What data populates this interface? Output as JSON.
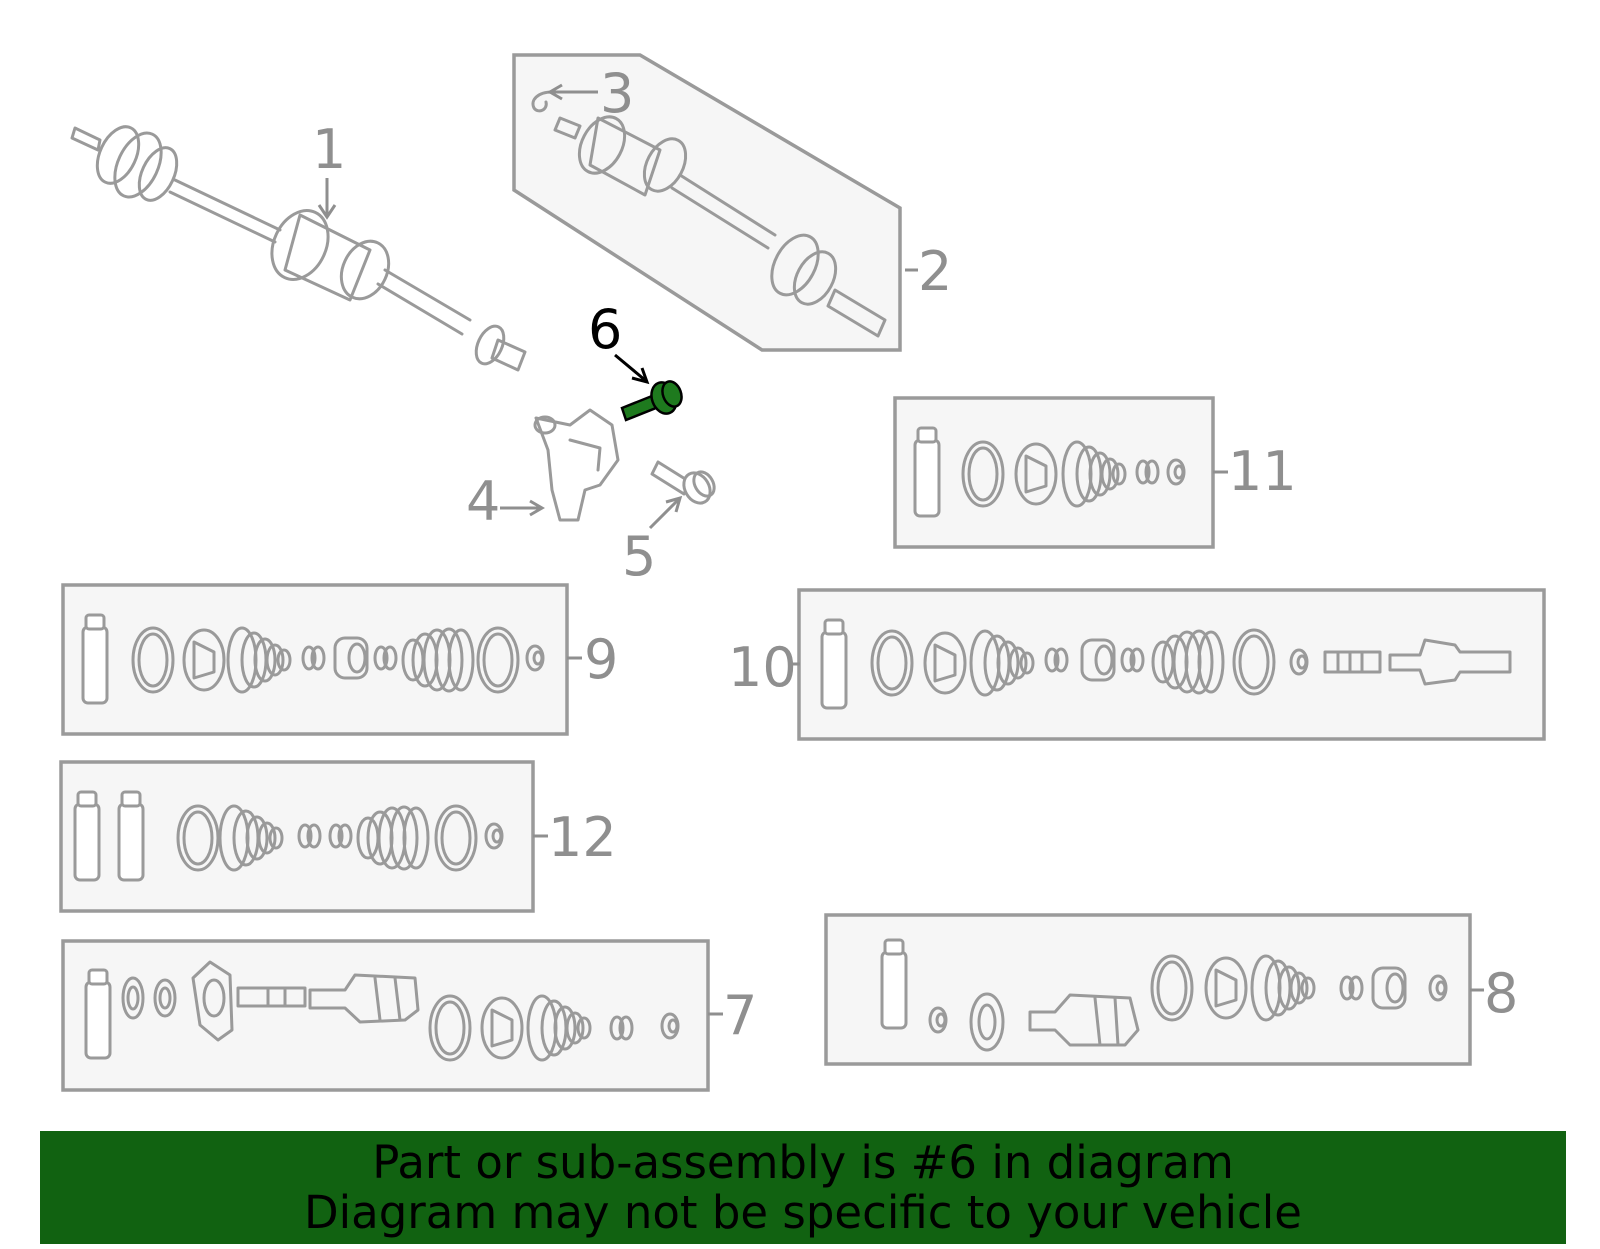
{
  "callouts": {
    "c1": "1",
    "c2": "2",
    "c3": "3",
    "c4": "4",
    "c5": "5",
    "c6": "6",
    "c7": "7",
    "c8": "8",
    "c9": "9",
    "c10": "10",
    "c11": "11",
    "c12": "12"
  },
  "highlighted_part": "6",
  "banner": {
    "line1": "Part or sub-assembly is #6 in diagram",
    "line2": "Diagram may not be specific to your vehicle"
  },
  "colors": {
    "outline": "#9a9a9a",
    "highlight_part": "#1e7a1e",
    "banner_bg": "#116211",
    "box_fill": "#f6f6f6"
  }
}
